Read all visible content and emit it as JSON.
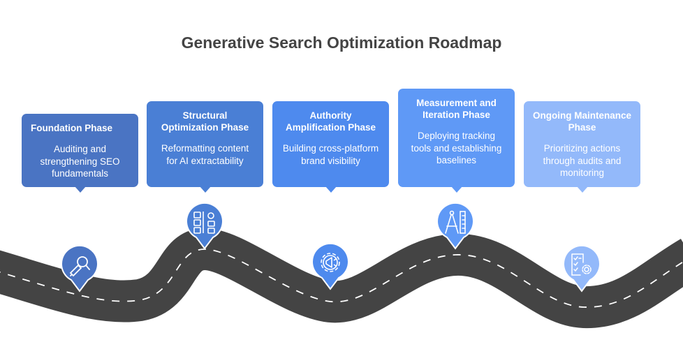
{
  "title": "Generative Search Optimization Roadmap",
  "phases": [
    {
      "title": "Foundation Phase",
      "description": "Auditing and strengthening SEO fundamentals",
      "color": "#4a74c3",
      "icon": "magnifier-pencil-icon"
    },
    {
      "title": "Structural Optimization Phase",
      "description": "Reformatting content for AI extractability",
      "color": "#4a7fd5",
      "icon": "layout-blocks-icon"
    },
    {
      "title": "Authority Amplification Phase",
      "description": "Building cross-platform brand visibility",
      "color": "#4e8aee",
      "icon": "megaphone-gear-icon"
    },
    {
      "title": "Measurement and Iteration Phase",
      "description": "Deploying tracking tools and establishing baselines",
      "color": "#5f99f6",
      "icon": "compass-ruler-icon"
    },
    {
      "title": "Ongoing Maintenance Phase",
      "description": "Prioritizing actions through audits and monitoring",
      "color": "#93b9fa",
      "icon": "checklist-gear-icon"
    }
  ],
  "colors": {
    "road": "#444444",
    "dash": "#ffffff",
    "title": "#444444"
  }
}
